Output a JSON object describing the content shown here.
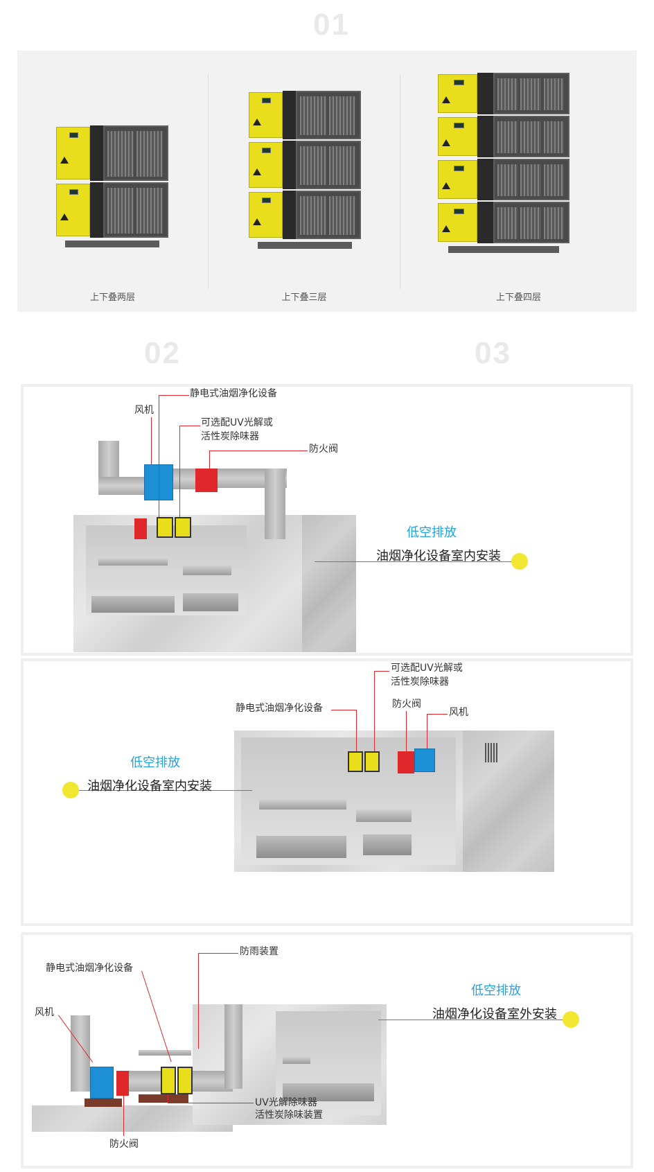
{
  "section_numbers": [
    "01",
    "02",
    "03"
  ],
  "products": [
    {
      "label": "上下叠两层"
    },
    {
      "label": "上下叠三层"
    },
    {
      "label": "上下叠四层"
    }
  ],
  "panel1": {
    "callouts": {
      "purifier": "静电式油烟净化设备",
      "fan": "风机",
      "uv": "可选配UV光解或活性炭除味器",
      "fire_valve": "防火阀"
    },
    "low_title": "低空排放",
    "install_desc": "油烟净化设备室内安装"
  },
  "panel2": {
    "callouts": {
      "uv": "可选配UV光解或活性炭除味器",
      "purifier": "静电式油烟净化设备",
      "fire_valve": "防火阀",
      "fan": "风机"
    },
    "low_title": "低空排放",
    "install_desc": "油烟净化设备室内安装"
  },
  "panel3": {
    "callouts": {
      "rain": "防雨装置",
      "purifier": "静电式油烟净化设备",
      "fan": "风机",
      "uv": "UV光解除味器",
      "carbon": "活性炭除味装置",
      "fire_valve": "防火阀"
    },
    "low_title": "低空排放",
    "install_desc": "油烟净化设备室外安装"
  },
  "colors": {
    "accent_blue": "#1ea3e0",
    "accent_yellow": "#f1e630",
    "line_red": "#e0272b",
    "unit_yellow": "#e8de1c"
  }
}
